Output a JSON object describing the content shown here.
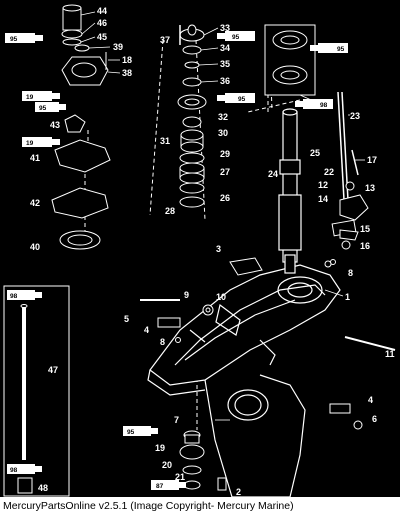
{
  "caption": "MercuryPartsOnline v2.5.1 (Image Copyright- Mercury Marine)",
  "colors": {
    "background": "#000000",
    "parts": "#ffffff",
    "caption_text": "#000000",
    "caption_bg": "#ffffff"
  },
  "callouts": {
    "c1": "1",
    "c2": "2",
    "c3": "3",
    "c4a": "4",
    "c4b": "4",
    "c5": "5",
    "c6": "6",
    "c7": "7",
    "c8a": "8",
    "c8b": "8",
    "c9": "9",
    "c10": "10",
    "c11": "11",
    "c12": "12",
    "c13": "13",
    "c14": "14",
    "c15": "15",
    "c16": "16",
    "c17": "17",
    "c18": "18",
    "c19": "19",
    "c20": "20",
    "c21": "21",
    "c22": "22",
    "c23": "23",
    "c24": "24",
    "c25": "25",
    "c26": "26",
    "c27": "27",
    "c28": "28",
    "c29": "29",
    "c30": "30",
    "c31": "31",
    "c32": "32",
    "c33": "33",
    "c34": "34",
    "c35": "35",
    "c36": "36",
    "c37": "37",
    "c38": "38",
    "c39": "39",
    "c40": "40",
    "c41": "41",
    "c42": "42",
    "c43": "43",
    "c44": "44",
    "c45": "45",
    "c46": "46",
    "c47": "47",
    "c48": "48"
  },
  "tubes": {
    "t95a": "95",
    "t95b": "95",
    "t95c": "95",
    "t95d": "95",
    "t95e": "95",
    "t19a": "19",
    "t19b": "19",
    "t98a": "98",
    "t98b": "98",
    "t98c": "98",
    "t87": "87"
  }
}
